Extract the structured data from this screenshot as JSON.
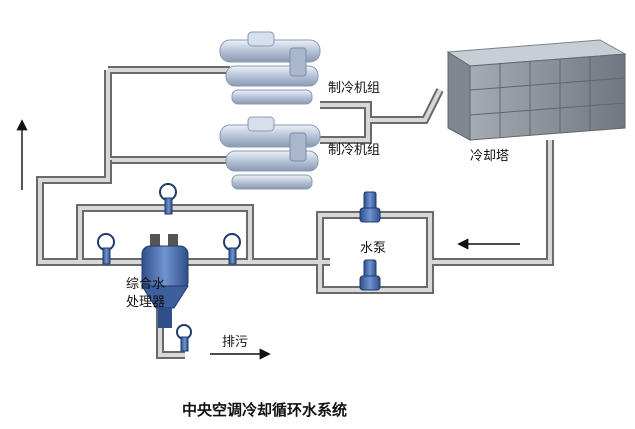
{
  "labels": {
    "chiller_unit_top": "制冷机组",
    "chiller_unit_bottom": "制冷机组",
    "cooling_tower": "冷却塔",
    "water_pump": "水泵",
    "treatment_line1": "综合水",
    "treatment_line2": "处理器",
    "drain": "排污",
    "title": "中央空调冷却循环水系统"
  },
  "colors": {
    "pipe_outer": "#6a6a6a",
    "pipe_inner": "#d8d8d8",
    "equipment_blue": "#4a6fb0",
    "machine_silver": "#c9d3e6",
    "tower_grey": "#8c949c"
  },
  "icons": [
    "chiller-unit-icon",
    "cooling-tower-icon",
    "pump-icon",
    "valve-icon",
    "water-treatment-unit-icon",
    "arrow-icon"
  ]
}
